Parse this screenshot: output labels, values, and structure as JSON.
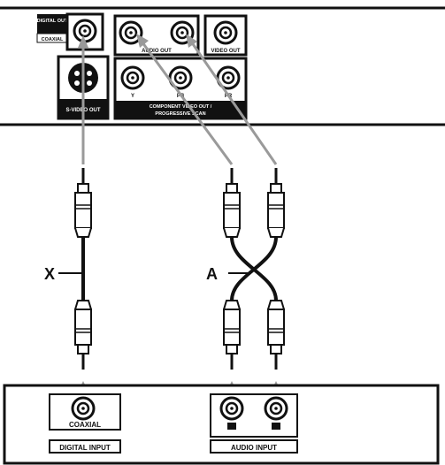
{
  "player_panel": {
    "digital_out_label": "DIGITAL OUT",
    "coaxial_label": "COAXIAL",
    "audio_out_label": "AUDIO OUT",
    "video_out_label": "VIDEO OUT",
    "svideo_out_label": "S-VIDEO OUT",
    "component_y_label": "Y",
    "component_pb_label": "PB",
    "component_pr_label": "PR",
    "component_title_line1": "COMPONENT VIDEO OUT /",
    "component_title_line2": "PROGRESSIVE SCAN"
  },
  "cables": {
    "digital_cable_label": "X",
    "audio_cable_label": "A"
  },
  "receiver_panel": {
    "coaxial_jack_label": "COAXIAL",
    "digital_input_label": "DIGITAL INPUT",
    "audio_input_label": "AUDIO INPUT"
  },
  "colors": {
    "line": "#111111",
    "arrow": "#9a9a9a",
    "background": "#ffffff"
  }
}
